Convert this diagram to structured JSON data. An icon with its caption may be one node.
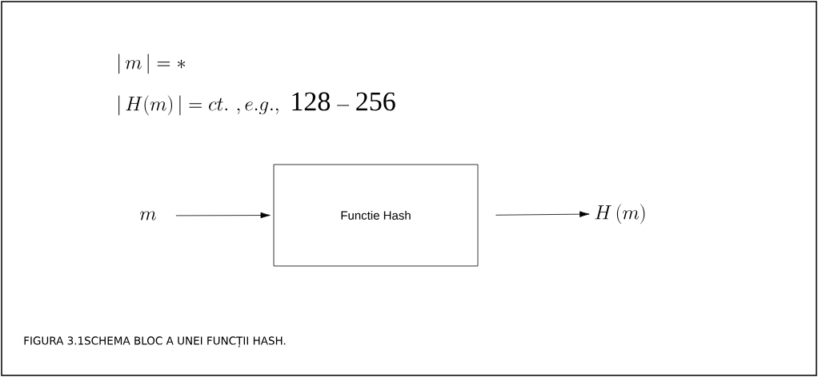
{
  "diagram": {
    "caption": "FIGURA 3.1SCHEMA BLOC A UNEI FUNCȚII HASH.",
    "nodes": [
      {
        "text": [
          "m"
        ]
      },
      {
        "text": [
          "Functie Hash"
        ]
      },
      {
        "text": [
          "H\\left(m\\right)"
        ]
      }
    ],
    "edges": [
      {
        "from": 0,
        "to": 1,
        "arrow": "to"
      },
      {
        "from": 1,
        "to": 2,
        "arrow": "to"
      }
    ],
    "labels": [
      "|\\,m\\,|=*",
      "|\\,H(m)\\,|=ct.\\ ,e.g.,\\ \\mathrm{128-256}"
    ]
  }
}
